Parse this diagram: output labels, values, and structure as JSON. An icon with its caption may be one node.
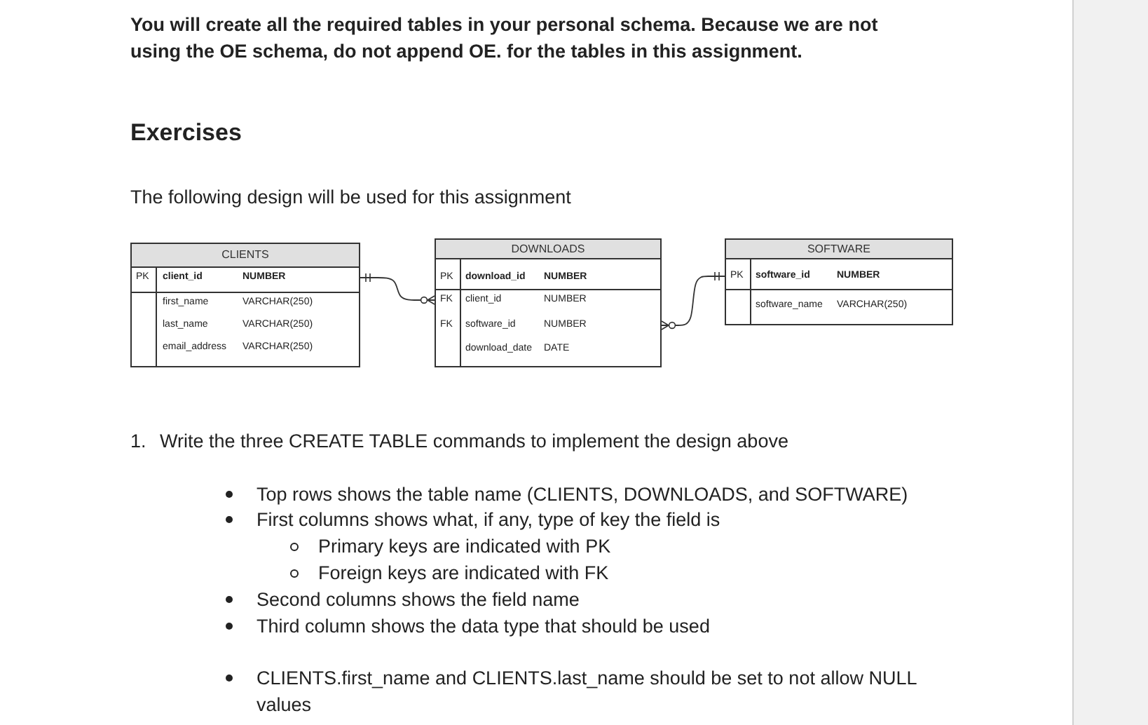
{
  "diagram": {
    "nodes": [
      {
        "text": [
          "CLIENTS",
          "PK",
          "client_id",
          "NUMBER",
          "first_name",
          "VARCHAR(250)",
          "last_name",
          "VARCHAR(250)",
          "email_address",
          "VARCHAR(250)"
        ]
      },
      {
        "text": [
          "DOWNLOADS",
          "PK",
          "download_id",
          "NUMBER",
          "FK",
          "client_id",
          "NUMBER",
          "FK",
          "software_id",
          "NUMBER",
          "download_date",
          "DATE"
        ]
      },
      {
        "text": [
          "SOFTWARE",
          "PK",
          "software_id",
          "NUMBER",
          "software_name",
          "VARCHAR(250)"
        ]
      }
    ],
    "edges": [
      {
        "from": 0,
        "to": 1,
        "arrow": "other"
      },
      {
        "from": 1,
        "to": 2,
        "arrow": "other"
      }
    ],
    "labels": [
      "You will create all the required tables in your personal schema.  Because we are not using the OE schema, do not append OE. for the tables in this assignment.",
      "Exercises",
      "The following design will be used for this assignment",
      "1.",
      "Write the three CREATE TABLE commands to implement the design above",
      "Top rows shows the table name (CLIENTS, DOWNLOADS, and SOFTWARE)",
      "First columns shows what, if any, type of key the field is",
      "Primary keys are indicated with PK",
      "Foreign keys are indicated with FK",
      "Second columns shows the field name",
      "Third column shows the data type that should be used",
      "CLIENTS.first_name and CLIENTS.last_name  should be set to not allow NULL values"
    ]
  }
}
